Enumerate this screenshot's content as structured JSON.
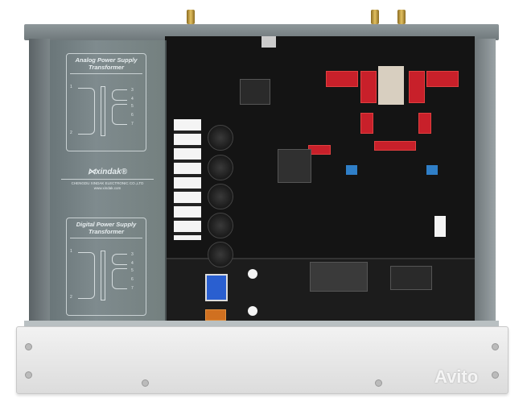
{
  "transformer": {
    "analog_title": "Analog Power Supply Transformer",
    "digital_title": "Digital Power Supply Transformer",
    "pins_primary": [
      "1",
      "2"
    ],
    "pins_secondary": [
      "3",
      "4",
      "5",
      "6",
      "7"
    ]
  },
  "brand": {
    "logo": "⋈xindak®",
    "company": "CHENGDU XINDAK ELECTRONIC CO.,LTD",
    "url": "www.xindak.com"
  },
  "watermark": "Avito",
  "colors": {
    "board": "#141414",
    "transformer": "#74807f",
    "capacitor_red": "#c8202a",
    "front_panel": "#eeeeee"
  }
}
